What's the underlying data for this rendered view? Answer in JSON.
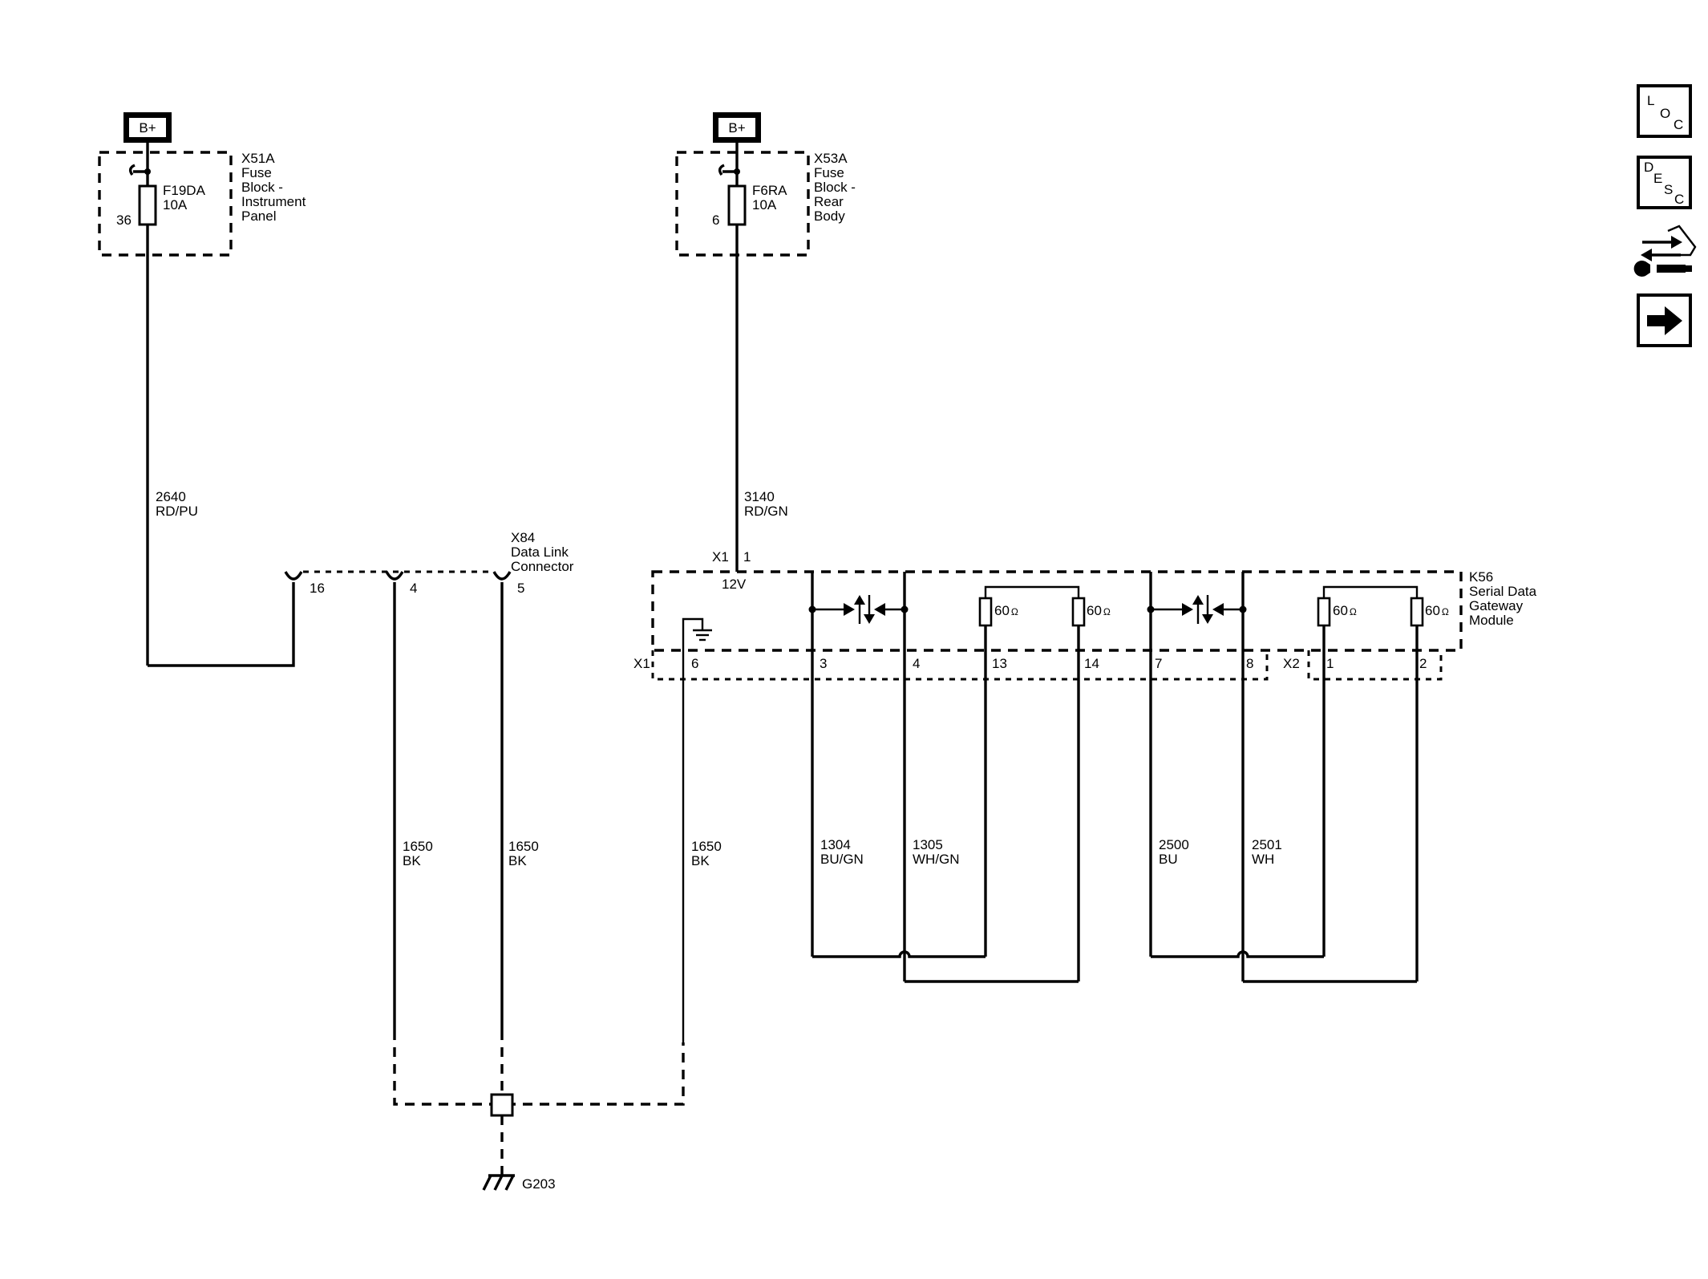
{
  "power": {
    "symbol": "B+"
  },
  "fuse_blocks": {
    "x51a": {
      "id": "X51A",
      "line1": "Fuse",
      "line2": "Block -",
      "line3": "Instrument",
      "line4": "Panel",
      "fuse_name": "F19DA",
      "fuse_rating": "10A",
      "pin": "36"
    },
    "x53a": {
      "id": "X53A",
      "line1": "Fuse",
      "line2": "Block -",
      "line3": "Rear",
      "line4": "Body",
      "fuse_name": "F6RA",
      "fuse_rating": "10A",
      "pin": "6"
    }
  },
  "wires": {
    "w2640": {
      "circuit": "2640",
      "color": "RD/PU"
    },
    "w3140": {
      "circuit": "3140",
      "color": "RD/GN"
    },
    "w1650a": {
      "circuit": "1650",
      "color": "BK"
    },
    "w1650b": {
      "circuit": "1650",
      "color": "BK"
    },
    "w1650c": {
      "circuit": "1650",
      "color": "BK"
    },
    "w1304": {
      "circuit": "1304",
      "color": "BU/GN"
    },
    "w1305": {
      "circuit": "1305",
      "color": "WH/GN"
    },
    "w2500": {
      "circuit": "2500",
      "color": "BU"
    },
    "w2501": {
      "circuit": "2501",
      "color": "WH"
    }
  },
  "dlc": {
    "id": "X84",
    "line1": "Data Link",
    "line2": "Connector",
    "pin16": "16",
    "pin4": "4",
    "pin5": "5"
  },
  "gateway": {
    "id": "K56",
    "line1": "Serial Data",
    "line2": "Gateway",
    "line3": "Module",
    "conn_x1": "X1",
    "conn_x2": "X2",
    "pin_power": "1",
    "voltage": "12V",
    "pin6": "6",
    "pin3": "3",
    "pin4": "4",
    "pin13": "13",
    "pin14": "14",
    "pin7": "7",
    "pin8": "8",
    "x2pin1": "1",
    "x2pin2": "2",
    "r1": "60",
    "r2": "60",
    "r3": "60",
    "r4": "60",
    "ohm": "Ω"
  },
  "ground": {
    "id": "G203"
  },
  "sidebar": {
    "loc": {
      "l1": "L",
      "l2": "O",
      "l3": "C"
    },
    "desc": {
      "l1": "D",
      "l2": "E",
      "l3": "S",
      "l4": "C"
    }
  }
}
